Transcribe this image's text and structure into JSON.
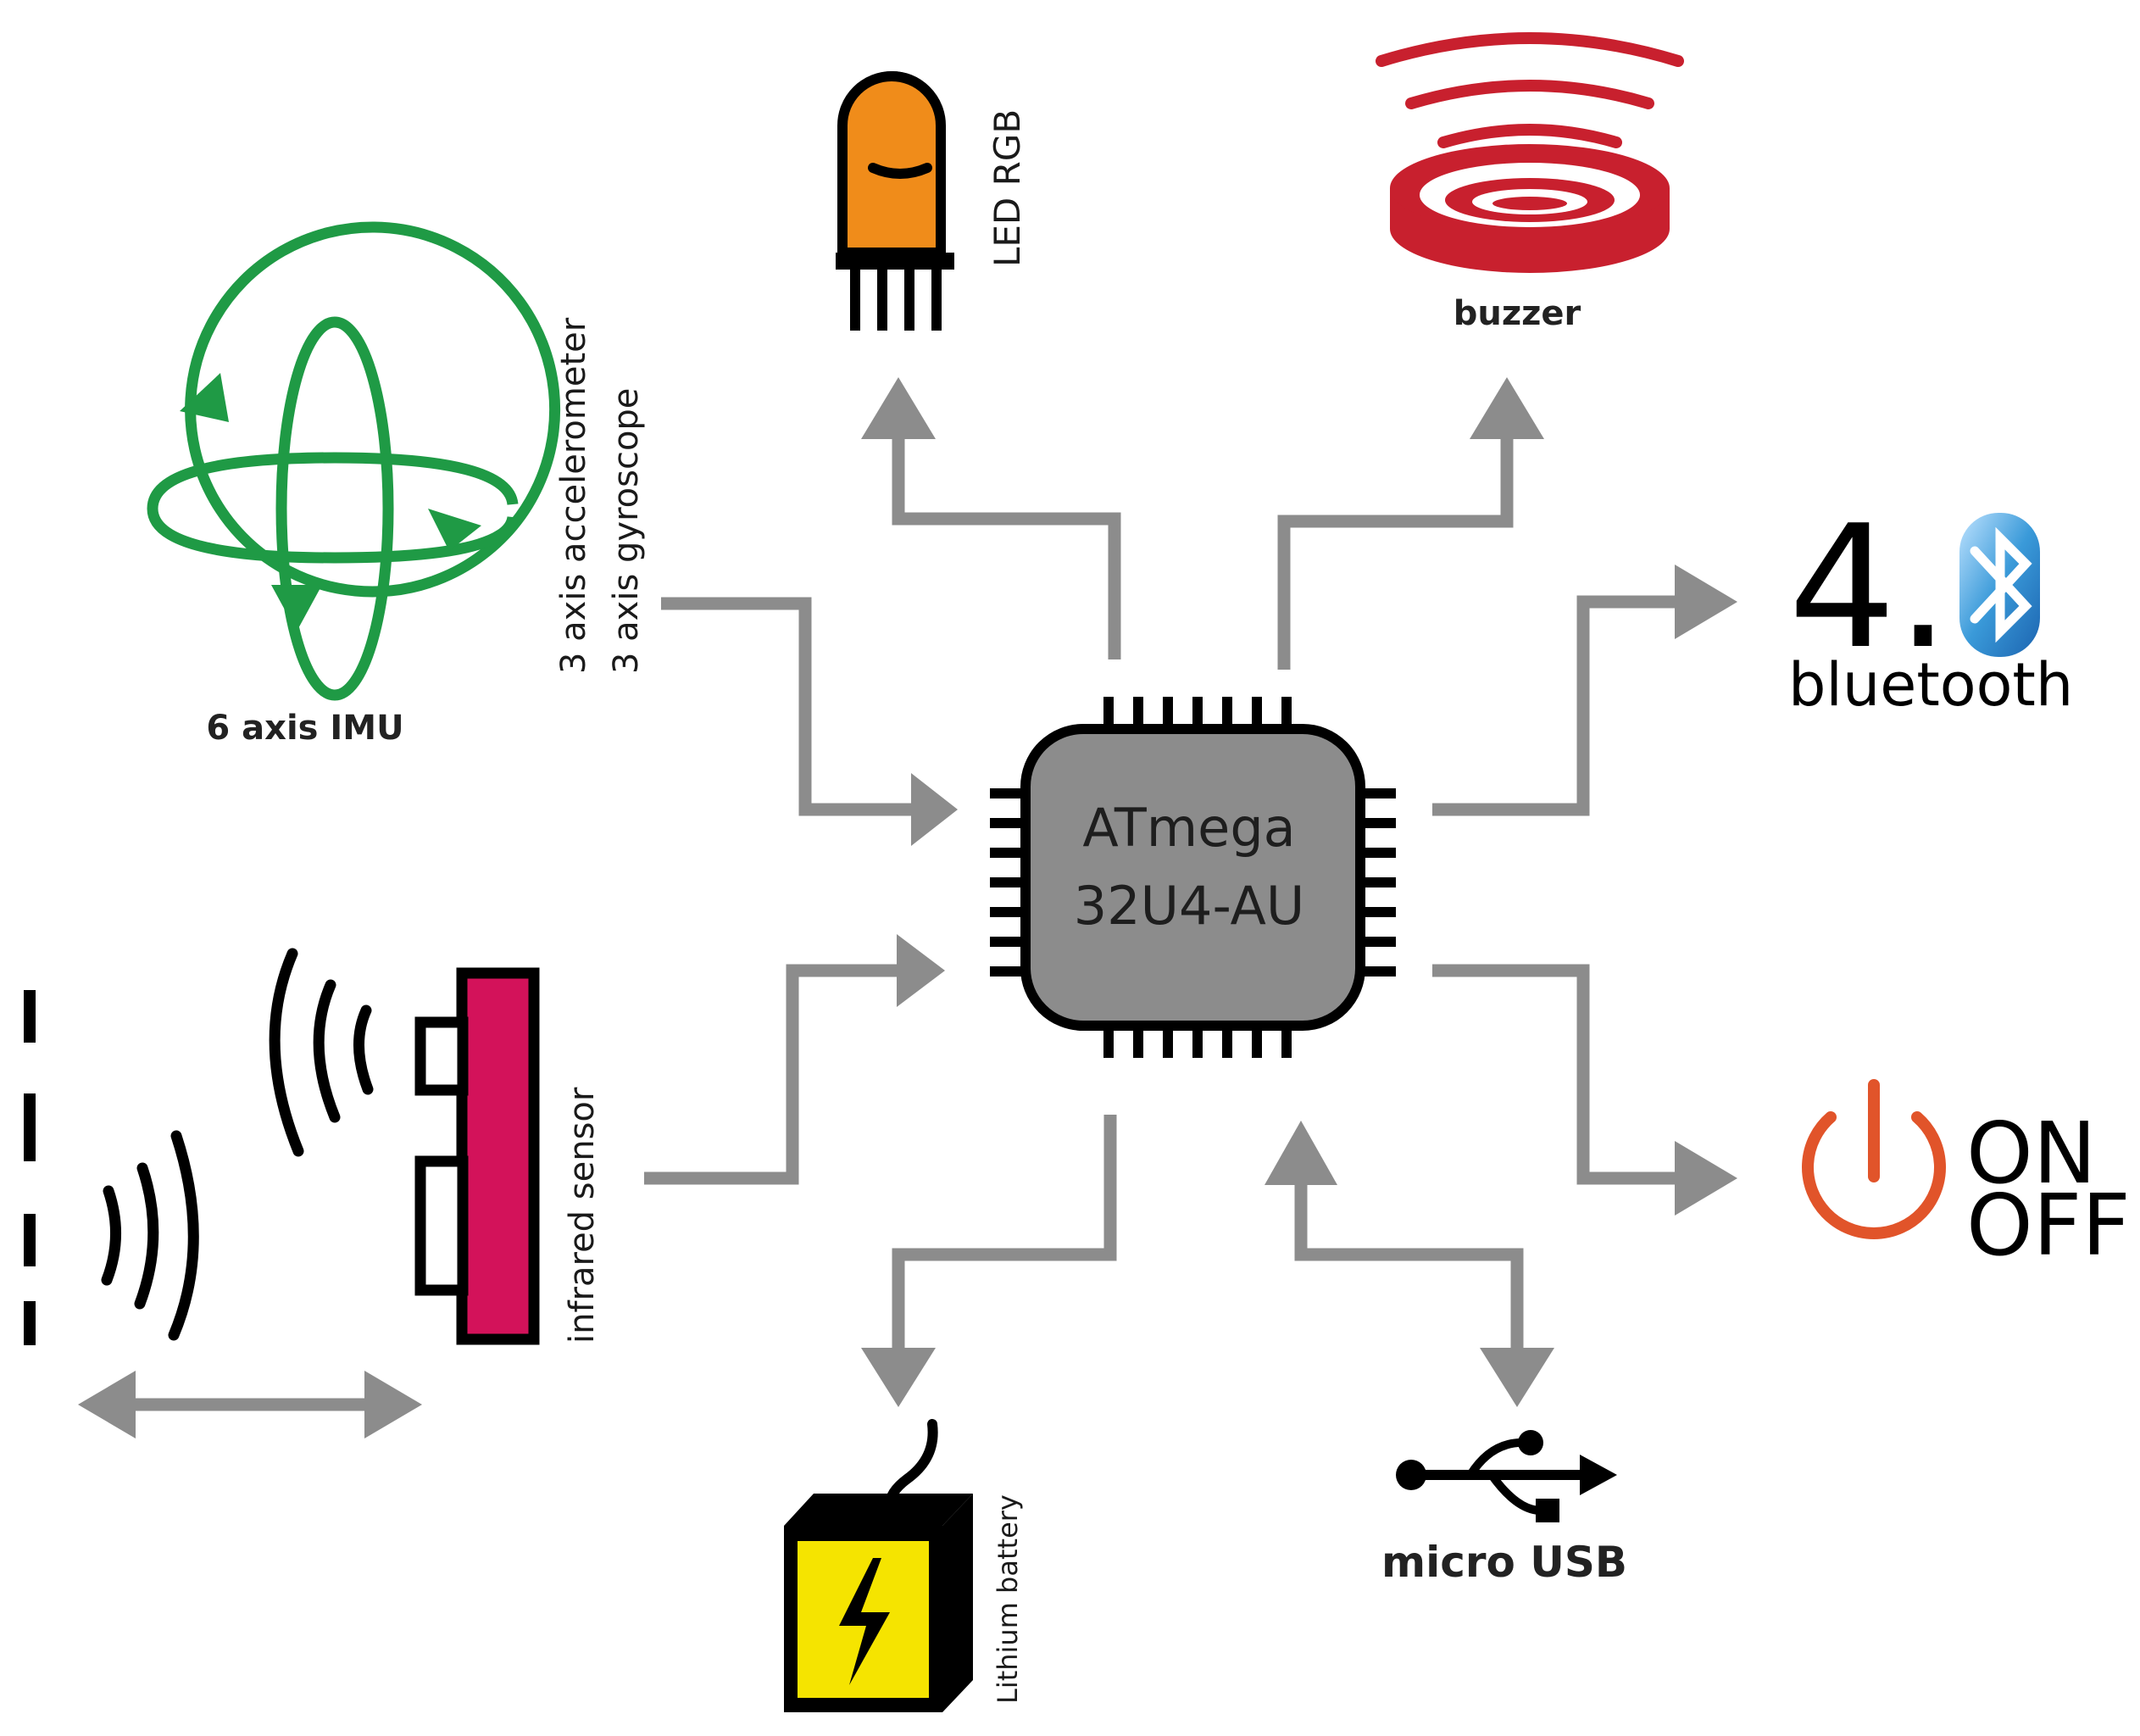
{
  "chip": {
    "line1": "ATmega",
    "line2": "32U4-AU",
    "body_color": "#8c8c8c"
  },
  "labels": {
    "led": "LED RGB",
    "buzzer": "buzzer",
    "imu": "6 axis IMU",
    "imu_line1": "3 axis accelerometer",
    "imu_line2": "3 axis gyroscope",
    "bluetooth_version": "4.",
    "bluetooth": "bluetooth",
    "infrared": "infrared sensor",
    "on": "ON",
    "off": "OFF",
    "battery": "Lithium battery",
    "usb": "micro USB"
  },
  "icons": {
    "led": "led-icon",
    "buzzer": "buzzer-icon",
    "imu": "gyroscope-sphere-icon",
    "bluetooth": "bluetooth-icon",
    "infrared": "infrared-sensor-icon",
    "power": "power-icon",
    "battery": "battery-icon",
    "usb": "usb-icon"
  },
  "colors": {
    "connector": "#8c8c8c",
    "imu": "#1f9a45",
    "led": "#f08c1a",
    "buzzer": "#c8202e",
    "bluetooth": "#3a9ad9",
    "infrared": "#d3125a",
    "power": "#e1542a",
    "battery": "#f5e400"
  }
}
